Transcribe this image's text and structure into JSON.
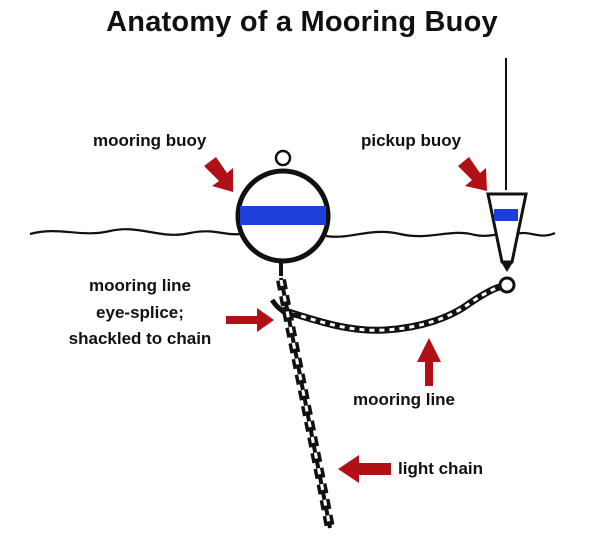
{
  "title": "Anatomy of a Mooring Buoy",
  "labels": {
    "mooring_buoy": "mooring buoy",
    "pickup_buoy": "pickup buoy",
    "splice_line1": "mooring line",
    "splice_line2": "eye-splice;",
    "splice_line3": "shackled to chain",
    "mooring_line": "mooring line",
    "light_chain": "light chain"
  },
  "colors": {
    "arrow": "#b11116",
    "buoy_stripe": "#1c3fd9",
    "ink": "#111111",
    "background": "#ffffff"
  }
}
